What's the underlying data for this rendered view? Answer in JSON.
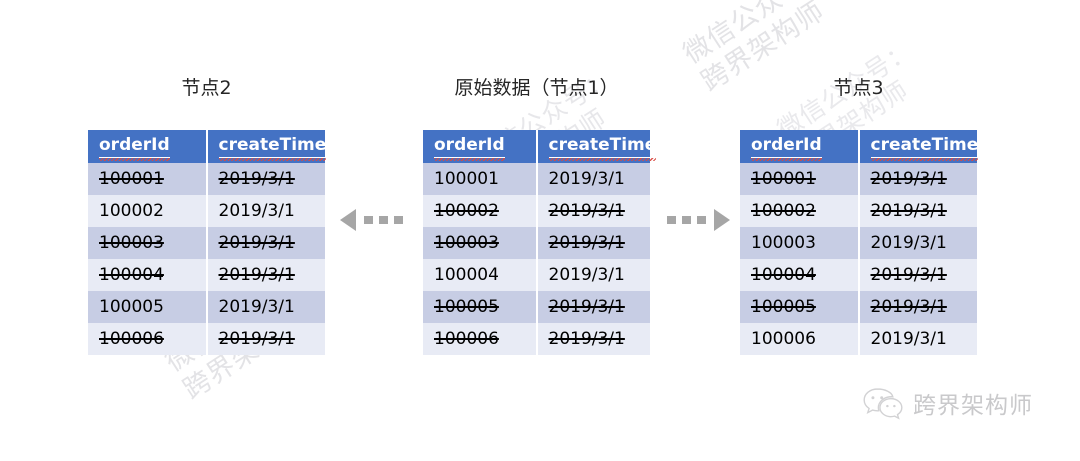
{
  "meta": {
    "colors": {
      "header_blue": "#4472C4",
      "row_band_dark": "#C7CDE4",
      "row_band_light": "#E8EBF5",
      "active_orange": "#ED7D31",
      "struck_black": "#000000",
      "arrow_gray": "#A6A6A6",
      "watermark_gray": "#E3E3E6",
      "brand_gray": "#C9C9CB"
    }
  },
  "watermark": {
    "line1": "微信公众号：",
    "line2": "跨界架构师"
  },
  "arrows": {
    "left": {
      "name": "dashed-arrow-left",
      "direction": "left",
      "dash_count": 3
    },
    "right": {
      "name": "dashed-arrow-right",
      "direction": "right",
      "dash_count": 4
    }
  },
  "brand": {
    "icon": "wechat-icon",
    "label": "跨界架构师"
  },
  "columns": {
    "order_id": "orderId",
    "create_time": "createTime"
  },
  "panels": [
    {
      "id": "node2",
      "title": "节点2",
      "rows": [
        {
          "orderId": "100001",
          "createTime": "2019/3/1",
          "state": "struck"
        },
        {
          "orderId": "100002",
          "createTime": "2019/3/1",
          "state": "active"
        },
        {
          "orderId": "100003",
          "createTime": "2019/3/1",
          "state": "struck"
        },
        {
          "orderId": "100004",
          "createTime": "2019/3/1",
          "state": "struck"
        },
        {
          "orderId": "100005",
          "createTime": "2019/3/1",
          "state": "active"
        },
        {
          "orderId": "100006",
          "createTime": "2019/3/1",
          "state": "struck"
        }
      ]
    },
    {
      "id": "node1",
      "title": "原始数据（节点1）",
      "rows": [
        {
          "orderId": "100001",
          "createTime": "2019/3/1",
          "state": "active"
        },
        {
          "orderId": "100002",
          "createTime": "2019/3/1",
          "state": "struck"
        },
        {
          "orderId": "100003",
          "createTime": "2019/3/1",
          "state": "struck"
        },
        {
          "orderId": "100004",
          "createTime": "2019/3/1",
          "state": "active"
        },
        {
          "orderId": "100005",
          "createTime": "2019/3/1",
          "state": "struck"
        },
        {
          "orderId": "100006",
          "createTime": "2019/3/1",
          "state": "struck"
        }
      ]
    },
    {
      "id": "node3",
      "title": "节点3",
      "rows": [
        {
          "orderId": "100001",
          "createTime": "2019/3/1",
          "state": "struck"
        },
        {
          "orderId": "100002",
          "createTime": "2019/3/1",
          "state": "struck"
        },
        {
          "orderId": "100003",
          "createTime": "2019/3/1",
          "state": "active"
        },
        {
          "orderId": "100004",
          "createTime": "2019/3/1",
          "state": "struck"
        },
        {
          "orderId": "100005",
          "createTime": "2019/3/1",
          "state": "struck"
        },
        {
          "orderId": "100006",
          "createTime": "2019/3/1",
          "state": "active"
        }
      ]
    }
  ]
}
